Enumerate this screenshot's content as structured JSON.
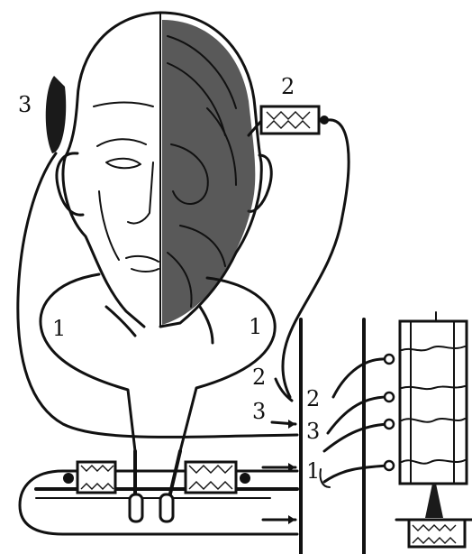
{
  "labels": {
    "headphone": "3",
    "cheek_electrode": "2",
    "tube_left": "1",
    "tube_right": "1",
    "input_upper_2": "2",
    "input_upper_3": "3",
    "recorder_2": "2",
    "recorder_3": "3",
    "recorder_1": "1"
  },
  "colors": {
    "ink": "#111111",
    "paper": "#ffffff"
  }
}
